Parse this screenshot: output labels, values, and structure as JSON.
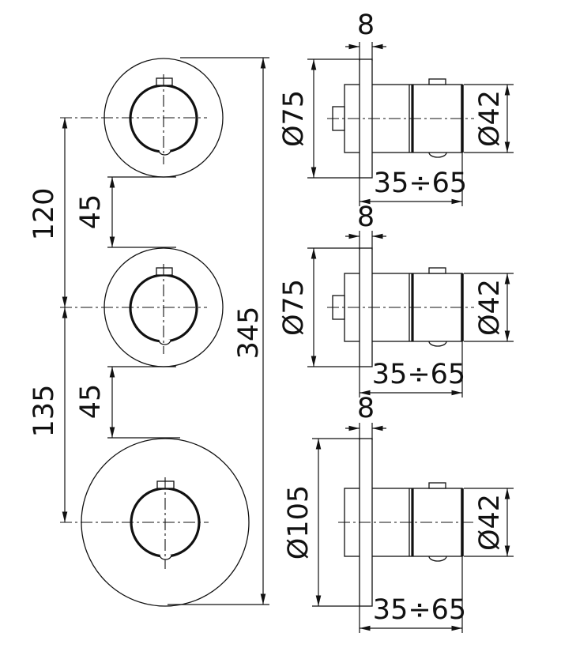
{
  "drawing": {
    "type": "technical-dimension-drawing",
    "line_color": "#111111",
    "background": "#ffffff",
    "front_view": {
      "description": "front view of 3-knob built-in thermostatic mixer plate",
      "dims": {
        "height_upper": "120",
        "spacing_upper": "45",
        "height_lower": "135",
        "spacing_lower": "45",
        "total_height": "345"
      }
    },
    "side_views": [
      {
        "position": "top",
        "thickness": "8",
        "plate_diameter": "Ø75",
        "body_diameter": "Ø42",
        "depth_range": "35÷65"
      },
      {
        "position": "middle",
        "thickness": "8",
        "plate_diameter": "Ø75",
        "body_diameter": "Ø42",
        "depth_range": "35÷65"
      },
      {
        "position": "bottom",
        "thickness": "8",
        "plate_diameter": "Ø105",
        "body_diameter": "Ø42",
        "depth_range": "35÷65"
      }
    ]
  }
}
